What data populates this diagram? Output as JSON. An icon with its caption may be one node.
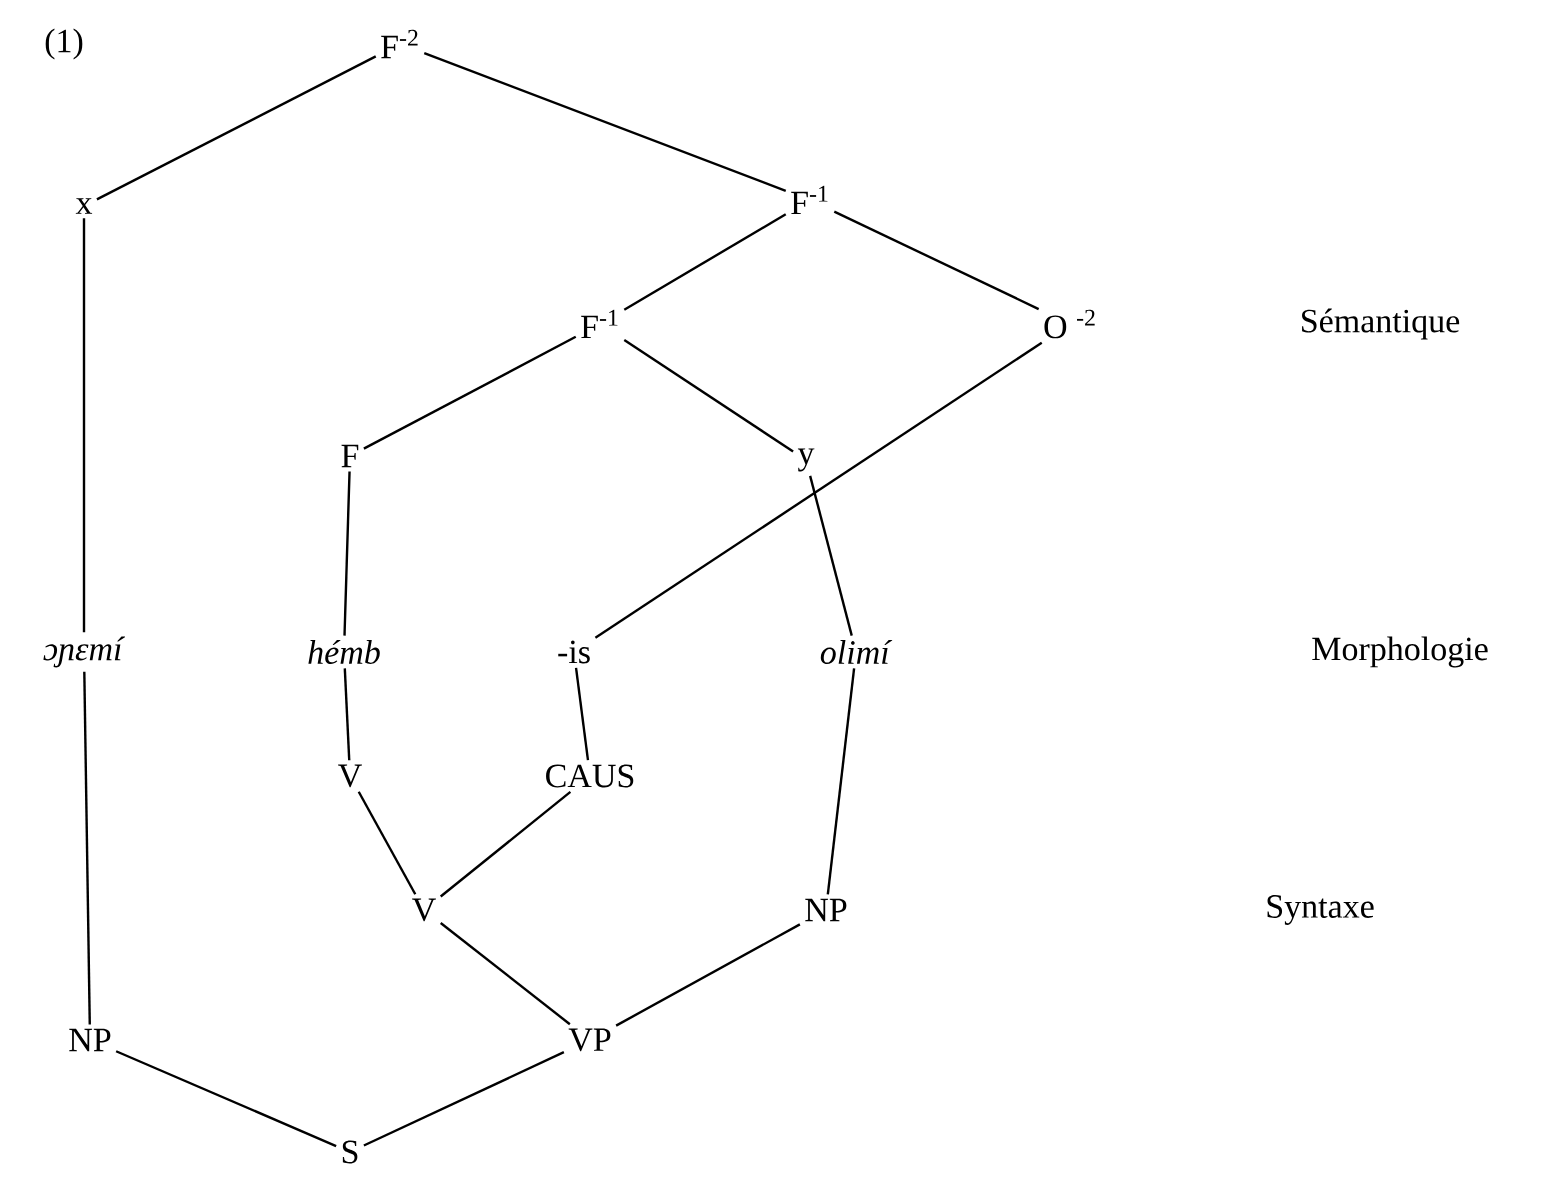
{
  "diagram": {
    "nodes": [
      {
        "text": [
          "F$^{-2}$"
        ]
      },
      {
        "text": [
          "x"
        ]
      },
      {
        "text": [
          "F$^{-1}$"
        ]
      },
      {
        "text": [
          "F$^{-1}$"
        ]
      },
      {
        "text": [
          "O $^{-2}$"
        ]
      },
      {
        "text": [
          "F"
        ]
      },
      {
        "text": [
          "y"
        ]
      },
      {
        "text": [
          "*ɔɲɛmí*"
        ]
      },
      {
        "text": [
          "*hémb*"
        ]
      },
      {
        "text": [
          "-is"
        ]
      },
      {
        "text": [
          "*olimí*"
        ]
      },
      {
        "text": [
          "V"
        ]
      },
      {
        "text": [
          "CAUS"
        ]
      },
      {
        "text": [
          "V"
        ]
      },
      {
        "text": [
          "NP"
        ]
      },
      {
        "text": [
          "NP"
        ]
      },
      {
        "text": [
          "VP"
        ]
      },
      {
        "text": [
          "S"
        ]
      }
    ],
    "edges": [
      {
        "from": 0,
        "to": 1,
        "arrow": "none"
      },
      {
        "from": 0,
        "to": 2,
        "arrow": "none"
      },
      {
        "from": 2,
        "to": 3,
        "arrow": "none"
      },
      {
        "from": 2,
        "to": 4,
        "arrow": "none"
      },
      {
        "from": 3,
        "to": 5,
        "arrow": "none"
      },
      {
        "from": 3,
        "to": 6,
        "arrow": "none"
      },
      {
        "from": 1,
        "to": 7,
        "arrow": "none"
      },
      {
        "from": 5,
        "to": 8,
        "arrow": "none"
      },
      {
        "from": 4,
        "to": 9,
        "arrow": "none"
      },
      {
        "from": 6,
        "to": 10,
        "arrow": "none"
      },
      {
        "from": 8,
        "to": 11,
        "arrow": "none"
      },
      {
        "from": 9,
        "to": 12,
        "arrow": "none"
      },
      {
        "from": 11,
        "to": 13,
        "arrow": "none"
      },
      {
        "from": 12,
        "to": 13,
        "arrow": "none"
      },
      {
        "from": 10,
        "to": 14,
        "arrow": "none"
      },
      {
        "from": 13,
        "to": 16,
        "arrow": "none"
      },
      {
        "from": 14,
        "to": 16,
        "arrow": "none"
      },
      {
        "from": 7,
        "to": 15,
        "arrow": "none"
      },
      {
        "from": 15,
        "to": 17,
        "arrow": "none"
      },
      {
        "from": 16,
        "to": 17,
        "arrow": "none"
      }
    ],
    "labels": [
      "(1)",
      "Sémantique",
      "Morphologie",
      "Syntaxe"
    ]
  }
}
